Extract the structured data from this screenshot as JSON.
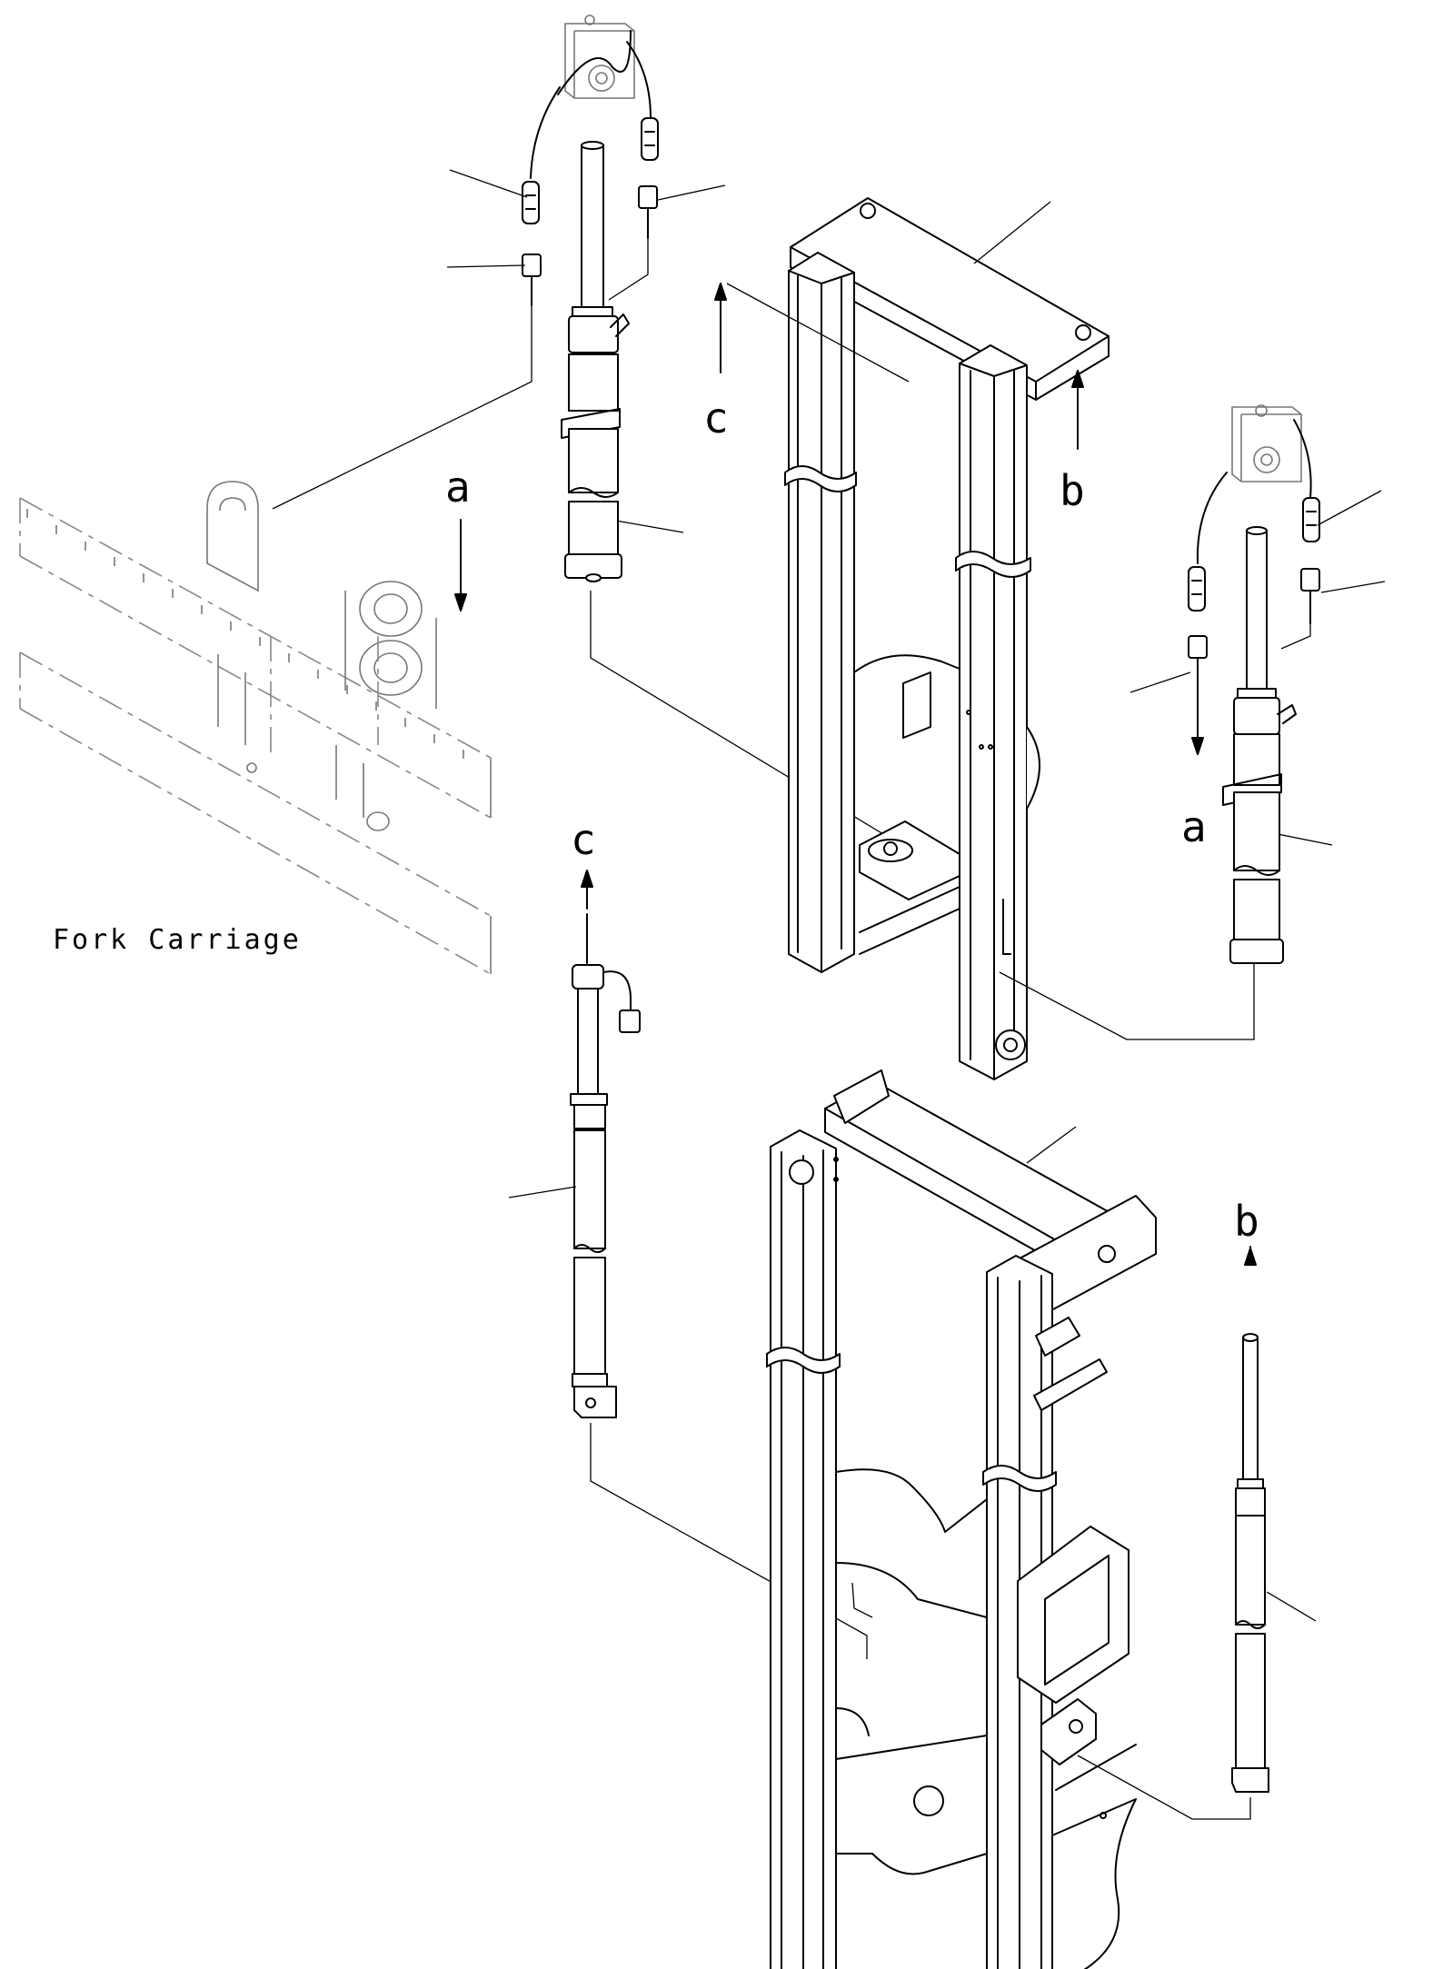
{
  "labels": {
    "a_top": "a",
    "a_right": "a",
    "b_top": "b",
    "b_right": "b",
    "c_top": "c",
    "c_left": "c",
    "fork_carriage": "Fork Carriage"
  }
}
